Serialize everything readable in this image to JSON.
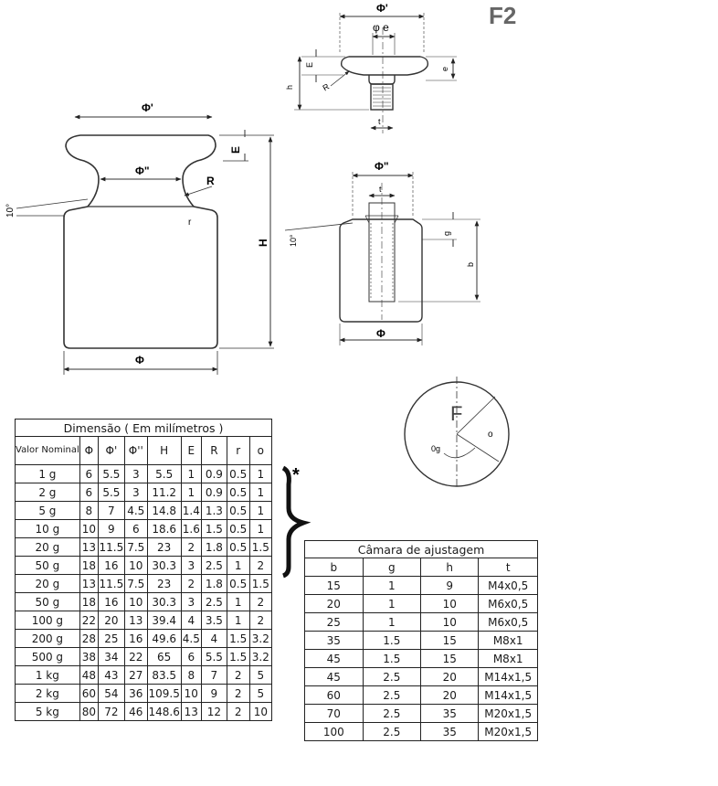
{
  "figure_title": "F2",
  "side_view_labels": {
    "phi_prime": "Φ'",
    "phi_double_prime": "Φ\"",
    "phi": "Φ",
    "e": "E",
    "r_large": "R",
    "r_small": "r",
    "h": "H",
    "angle": "10°"
  },
  "knob_view_labels": {
    "phi_prime": "Φ'",
    "phi_e": "φ e",
    "e": "E",
    "h": "h",
    "r": "R",
    "t": "t",
    "e2": "e"
  },
  "section_view_labels": {
    "phi_double_prime": "Φ\"",
    "t": "t",
    "g": "g",
    "b": "b",
    "angle": "10°",
    "phi": "Φ"
  },
  "top_view_labels": {
    "f": "F",
    "o": "o",
    "og": "0g"
  },
  "asterisk": "*",
  "dimension_table": {
    "caption": "Dimensão ( Em milímetros )",
    "headers": [
      "Valor Nominal",
      "Φ",
      "Φ'",
      "Φ''",
      "H",
      "E",
      "R",
      "r",
      "o"
    ],
    "rows": [
      [
        "1 g",
        "6",
        "5.5",
        "3",
        "5.5",
        "1",
        "0.9",
        "0.5",
        "1"
      ],
      [
        "2 g",
        "6",
        "5.5",
        "3",
        "11.2",
        "1",
        "0.9",
        "0.5",
        "1"
      ],
      [
        "5 g",
        "8",
        "7",
        "4.5",
        "14.8",
        "1.4",
        "1.3",
        "0.5",
        "1"
      ],
      [
        "10 g",
        "10",
        "9",
        "6",
        "18.6",
        "1.6",
        "1.5",
        "0.5",
        "1"
      ],
      [
        "20 g",
        "13",
        "11.5",
        "7.5",
        "23",
        "2",
        "1.8",
        "0.5",
        "1.5"
      ],
      [
        "50 g",
        "18",
        "16",
        "10",
        "30.3",
        "3",
        "2.5",
        "1",
        "2"
      ],
      [
        "20 g",
        "13",
        "11.5",
        "7.5",
        "23",
        "2",
        "1.8",
        "0.5",
        "1.5"
      ],
      [
        "50 g",
        "18",
        "16",
        "10",
        "30.3",
        "3",
        "2.5",
        "1",
        "2"
      ],
      [
        "100 g",
        "22",
        "20",
        "13",
        "39.4",
        "4",
        "3.5",
        "1",
        "2"
      ],
      [
        "200 g",
        "28",
        "25",
        "16",
        "49.6",
        "4.5",
        "4",
        "1.5",
        "3.2"
      ],
      [
        "500 g",
        "38",
        "34",
        "22",
        "65",
        "6",
        "5.5",
        "1.5",
        "3.2"
      ],
      [
        "1 kg",
        "48",
        "43",
        "27",
        "83.5",
        "8",
        "7",
        "2",
        "5"
      ],
      [
        "2 kg",
        "60",
        "54",
        "36",
        "109.5",
        "10",
        "9",
        "2",
        "5"
      ],
      [
        "5 kg",
        "80",
        "72",
        "46",
        "148.6",
        "13",
        "12",
        "2",
        "10"
      ]
    ]
  },
  "chamber_table": {
    "caption": "Câmara de ajustagem",
    "headers": [
      "b",
      "g",
      "h",
      "t"
    ],
    "rows": [
      [
        "15",
        "1",
        "9",
        "M4x0,5"
      ],
      [
        "20",
        "1",
        "10",
        "M6x0,5"
      ],
      [
        "25",
        "1",
        "10",
        "M6x0,5"
      ],
      [
        "35",
        "1.5",
        "15",
        "M8x1"
      ],
      [
        "45",
        "1.5",
        "15",
        "M8x1"
      ],
      [
        "45",
        "2.5",
        "20",
        "M14x1,5"
      ],
      [
        "60",
        "2.5",
        "20",
        "M14x1,5"
      ],
      [
        "70",
        "2.5",
        "35",
        "M20x1,5"
      ],
      [
        "100",
        "2.5",
        "35",
        "M20x1,5"
      ]
    ]
  }
}
